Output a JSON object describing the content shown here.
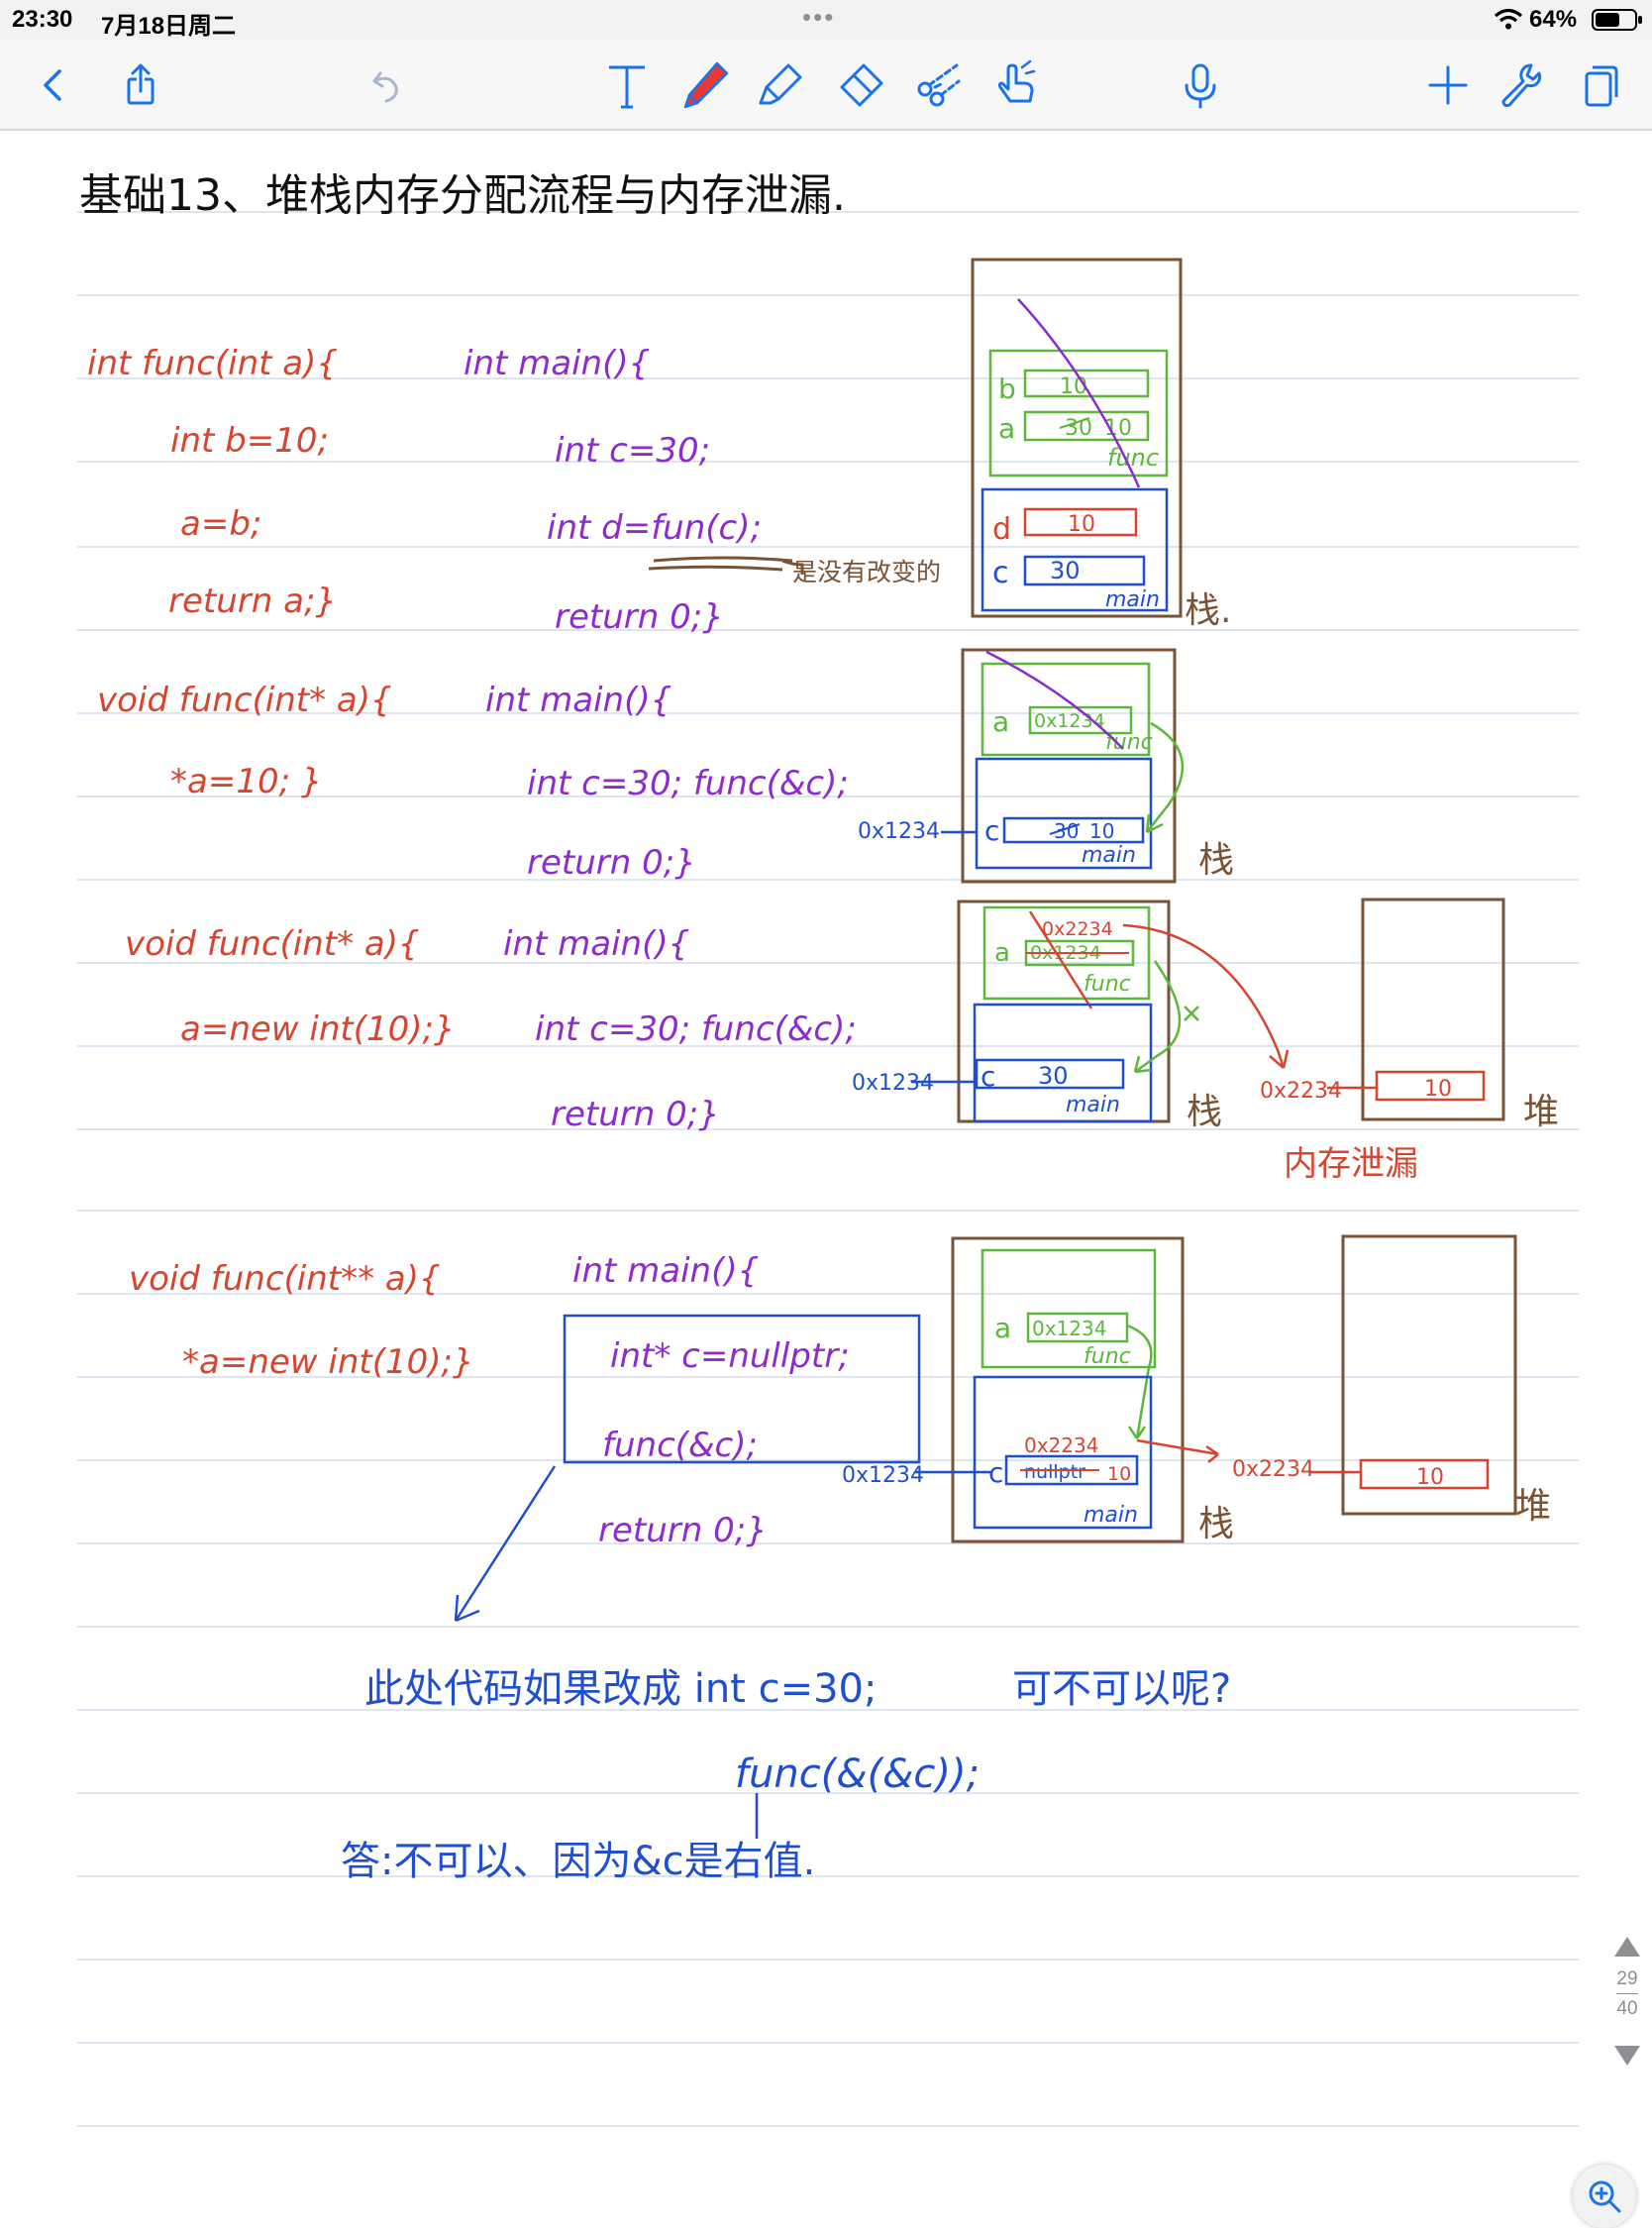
{
  "status_bar": {
    "time": "23:30",
    "date": "7月18日周二",
    "battery_percent": "64%",
    "battery_level": 0.64
  },
  "toolbar": {
    "left": [
      "back-icon",
      "share-icon",
      "undo-icon"
    ],
    "tools": [
      "text-tool-icon",
      "pen-tool-icon",
      "highlighter-tool-icon",
      "eraser-tool-icon",
      "lasso-scissors-icon",
      "hand-pointer-icon",
      "microphone-icon"
    ],
    "right": [
      "add-icon",
      "settings-wrench-icon",
      "pages-icon"
    ],
    "accent_color": "#1a73e8",
    "selected_tool_color": "#e53935"
  },
  "note": {
    "title": "基础13、堆栈内存分配流程与内存泄漏.",
    "ex1": {
      "func": [
        "int func(int a){",
        "int b=10;",
        "a=b;",
        "return a;}"
      ],
      "main": [
        "int main(){",
        "int c=30;",
        "int d=fun(c);",
        "return 0;}"
      ],
      "annotation": "是没有改变的",
      "stack": {
        "b_val": "10",
        "a_old": "30",
        "a_new": "10",
        "frame_func": "func",
        "d_val": "10",
        "c_val": "30",
        "frame_main": "main",
        "label": "栈."
      }
    },
    "ex2": {
      "func": [
        "void func(int* a){",
        "*a=10; }"
      ],
      "main": [
        "int main(){",
        "int c=30; func(&c);",
        "return 0;}"
      ],
      "address": "0x1234",
      "stack": {
        "a_val": "0x1234",
        "frame_func": "func",
        "c_old": "30",
        "c_new": "10",
        "frame_main": "main",
        "label": "栈"
      }
    },
    "ex3": {
      "func": [
        "void func(int* a){",
        "a=new int(10);}"
      ],
      "main": [
        "int main(){",
        "int c=30; func(&c);",
        "return 0;}"
      ],
      "address": "0x1234",
      "stack": {
        "a_new": "0x2234",
        "a_old": "0x1234",
        "frame_func": "func",
        "c_val": "30",
        "frame_main": "main",
        "label": "栈"
      },
      "heap": {
        "addr": "0x2234",
        "val": "10",
        "label": "堆"
      },
      "leak_note": "内存泄漏"
    },
    "ex4": {
      "func": [
        "void func(int** a){",
        "*a=new int(10);}"
      ],
      "main": [
        "int main(){",
        "int* c=nullptr;",
        "func(&c);",
        "return 0;}"
      ],
      "address": "0x1234",
      "stack": {
        "a_val": "0x1234",
        "frame_func": "func",
        "c_new": "0x2234",
        "c_old": "nullptr",
        "c_edit": "10",
        "frame_main": "main",
        "label": "栈"
      },
      "heap": {
        "addr": "0x2234",
        "val": "10",
        "label": "堆"
      }
    },
    "question": {
      "line1": "此处代码如果改成 int c=30;",
      "line1_end": "可不可以呢?",
      "line2": "func(&(&c));",
      "answer": "答:不可以、因为&c是右值."
    }
  },
  "pager": {
    "current": "29",
    "total": "40"
  },
  "colors": {
    "red": "#d8452f",
    "purple": "#8e2bd0",
    "blue": "#1f4fd0",
    "green": "#5bb83a",
    "brown": "#7a5234",
    "rule": "#c9d3e6"
  }
}
